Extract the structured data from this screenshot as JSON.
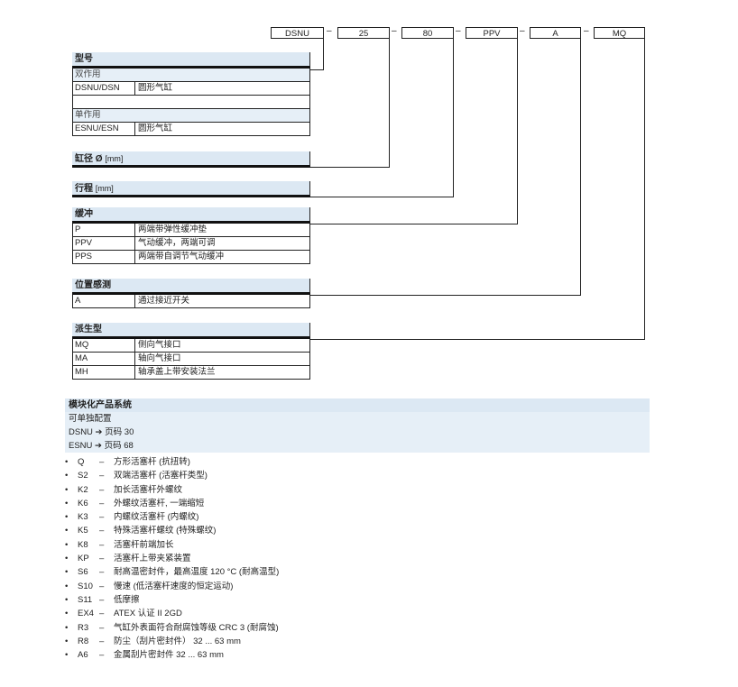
{
  "code": {
    "parts": [
      "DSNU",
      "25",
      "80",
      "PPV",
      "A",
      "MQ"
    ],
    "separator": "–"
  },
  "tables": {
    "type": {
      "title": "型号",
      "groups": [
        {
          "label": "双作用",
          "rows": [
            [
              "DSNU/DSN",
              "圆形气缸"
            ]
          ]
        },
        {
          "label": "单作用",
          "rows": [
            [
              "ESNU/ESN",
              "圆形气缸"
            ]
          ]
        }
      ]
    },
    "bore": {
      "title": "缸径 Ø",
      "unit": "[mm]"
    },
    "stroke": {
      "title": "行程",
      "unit": "[mm]"
    },
    "cushion": {
      "title": "缓冲",
      "rows": [
        [
          "P",
          "两端带弹性缓冲垫"
        ],
        [
          "PPV",
          "气动缓冲，两端可调"
        ],
        [
          "PPS",
          "两端带自调节气动缓冲"
        ]
      ]
    },
    "sensing": {
      "title": "位置感测",
      "rows": [
        [
          "A",
          "通过接近开关"
        ]
      ]
    },
    "variant": {
      "title": "派生型",
      "rows": [
        [
          "MQ",
          "侧向气接口"
        ],
        [
          "MA",
          "轴向气接口"
        ],
        [
          "MH",
          "轴承盖上带安装法兰"
        ]
      ]
    }
  },
  "modular": {
    "title": "模块化产品系统",
    "lines": [
      "可单独配置",
      "DSNU ➔ 页码 30",
      "ESNU ➔ 页码 68"
    ]
  },
  "options": [
    {
      "code": "Q",
      "text": "方形活塞杆 (抗扭转)"
    },
    {
      "code": "S2",
      "text": "双端活塞杆 (活塞杆类型)"
    },
    {
      "code": "K2",
      "text": "加长活塞杆外螺纹"
    },
    {
      "code": "K6",
      "text": "外螺纹活塞杆, 一端缩短"
    },
    {
      "code": "K3",
      "text": "内螺纹活塞杆 (内螺纹)"
    },
    {
      "code": "K5",
      "text": "特殊活塞杆螺纹 (特殊螺纹)"
    },
    {
      "code": "K8",
      "text": "活塞杆前端加长"
    },
    {
      "code": "KP",
      "text": "活塞杆上带夹紧装置"
    },
    {
      "code": "S6",
      "text": "耐高温密封件，最高温度 120 °C (耐高温型)"
    },
    {
      "code": "S10",
      "text": "慢速 (低活塞杆速度的恒定运动)"
    },
    {
      "code": "S11",
      "text": "低摩擦"
    },
    {
      "code": "EX4",
      "text": "ATEX 认证 II 2GD"
    },
    {
      "code": "R3",
      "text": "气缸外表面符合耐腐蚀等级 CRC 3 (耐腐蚀)"
    },
    {
      "code": "R8",
      "text": "防尘（刮片密封件） 32 ... 63 mm"
    },
    {
      "code": "A6",
      "text": "金属刮片密封件 32 ... 63 mm"
    }
  ],
  "colors": {
    "header_bg": "#dce8f3",
    "group_bg": "#e6eff7",
    "rule": "#111111"
  }
}
